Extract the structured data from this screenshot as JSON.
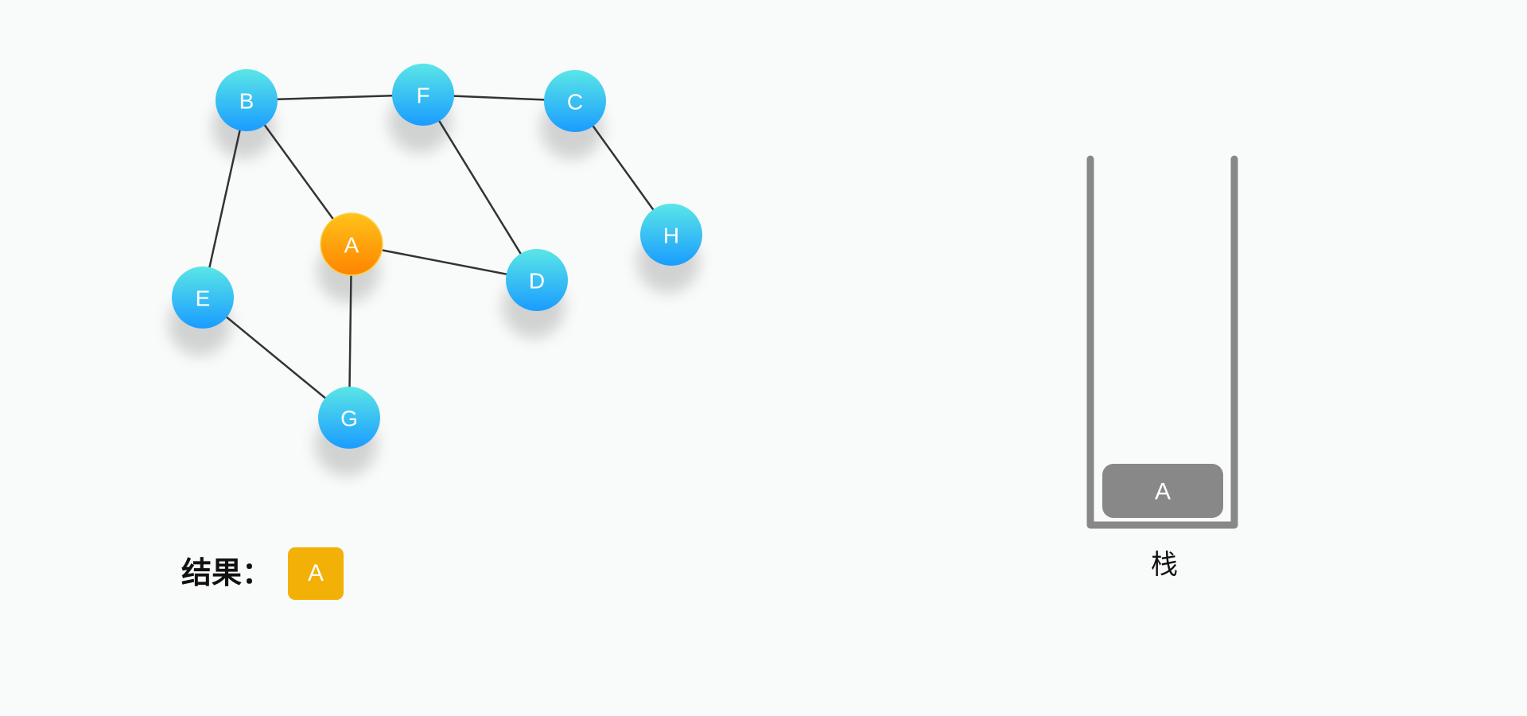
{
  "graph": {
    "nodes": [
      {
        "id": "B",
        "label": "B",
        "state": "unvisited"
      },
      {
        "id": "F",
        "label": "F",
        "state": "unvisited"
      },
      {
        "id": "C",
        "label": "C",
        "state": "unvisited"
      },
      {
        "id": "A",
        "label": "A",
        "state": "visited"
      },
      {
        "id": "H",
        "label": "H",
        "state": "unvisited"
      },
      {
        "id": "D",
        "label": "D",
        "state": "unvisited"
      },
      {
        "id": "E",
        "label": "E",
        "state": "unvisited"
      },
      {
        "id": "G",
        "label": "G",
        "state": "unvisited"
      }
    ],
    "edges": [
      [
        "B",
        "F"
      ],
      [
        "F",
        "C"
      ],
      [
        "B",
        "A"
      ],
      [
        "B",
        "E"
      ],
      [
        "F",
        "D"
      ],
      [
        "C",
        "H"
      ],
      [
        "A",
        "D"
      ],
      [
        "A",
        "G"
      ],
      [
        "E",
        "G"
      ]
    ]
  },
  "result": {
    "label": "结果：",
    "items": [
      "A"
    ]
  },
  "stack": {
    "caption": "栈",
    "items": [
      "A"
    ]
  },
  "colors": {
    "unvisited_top": "#5ae6e6",
    "unvisited_bottom": "#1a9cff",
    "visited_top": "#ffc21a",
    "visited_bottom": "#ff8400",
    "result_fill": "#f3b007",
    "stack_fill": "#888888",
    "edge": "#333333",
    "background": "#f9fafa"
  }
}
